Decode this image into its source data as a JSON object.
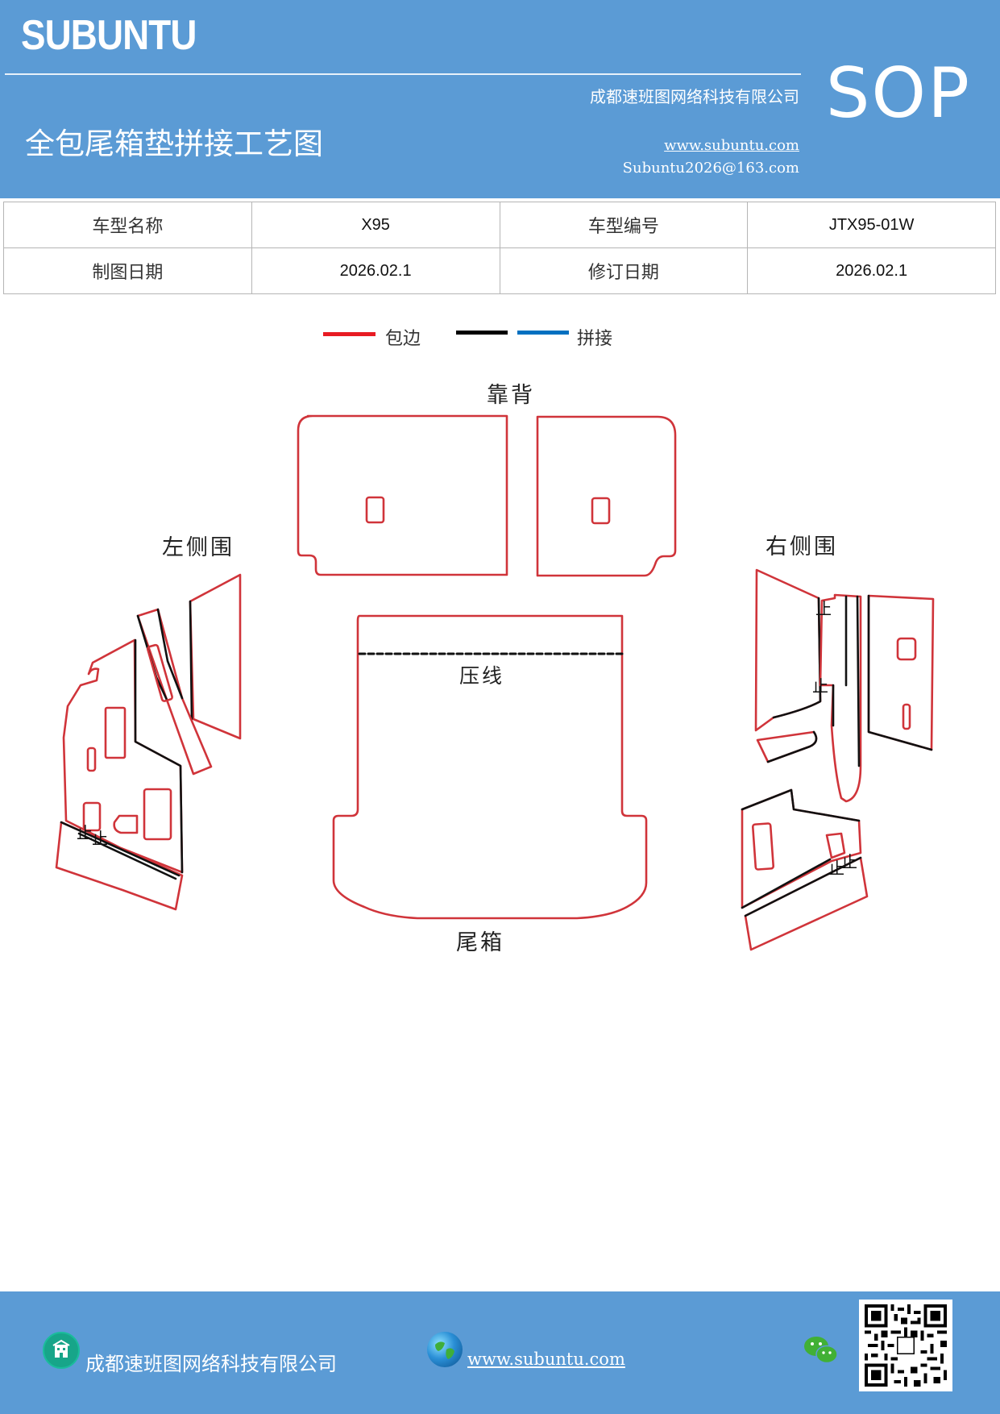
{
  "header": {
    "brand": "SUBUNTU",
    "sop": "SOP",
    "company": "成都速班图网络科技有限公司",
    "title": "全包尾箱垫拼接工艺图",
    "website": "www.subuntu.com",
    "email": "Subuntu2026@163.com",
    "background": "#5b9bd5"
  },
  "info": {
    "row1": {
      "model_name_label": "车型名称",
      "model_name": "X95",
      "model_code_label": "车型编号",
      "model_code": "JTX95-01W"
    },
    "row2": {
      "draw_date_label": "制图日期",
      "draw_date": "2026.02.1",
      "revise_date_label": "修订日期",
      "revise_date": "2026.02.1"
    }
  },
  "legend": {
    "items": [
      {
        "label": "包边",
        "color": "#e81b23"
      },
      {
        "label": "",
        "color": "#000000"
      },
      {
        "label": "拼接",
        "color": "#0070c0"
      }
    ]
  },
  "diagram": {
    "backrest_label": "靠背",
    "left_side_label": "左侧围",
    "right_side_label": "右侧围",
    "crease_label": "压线",
    "trunk_label": "尾箱",
    "stop_mark": "止",
    "edge_color": "#d0343a",
    "seam_color": "#111111"
  },
  "footer": {
    "company": "成都速班图网络科技有限公司",
    "website": "www.subuntu.com",
    "company_icon": "building-icon",
    "globe_icon": "globe-icon",
    "wechat_icon": "wechat-icon",
    "qr_code": "qr-code"
  }
}
